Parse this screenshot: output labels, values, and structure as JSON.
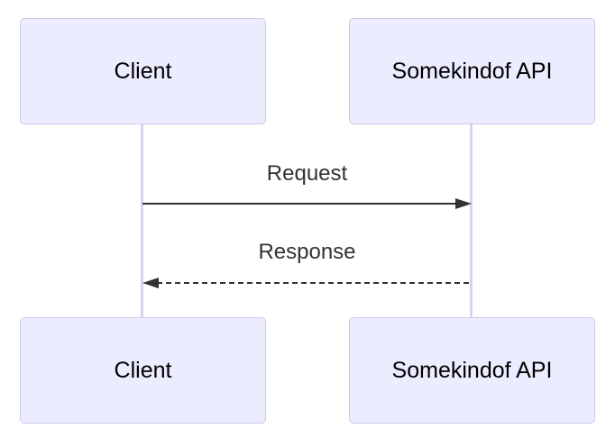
{
  "diagram": {
    "type": "sequence",
    "actors": [
      {
        "id": "client",
        "label": "Client"
      },
      {
        "id": "api",
        "label": "Somekindof API"
      }
    ],
    "messages": [
      {
        "from": "client",
        "to": "api",
        "label": "Request",
        "line_style": "solid",
        "arrowhead": "filled-triangle-right"
      },
      {
        "from": "api",
        "to": "client",
        "label": "Response",
        "line_style": "dashed",
        "arrowhead": "filled-triangle-left"
      }
    ],
    "colors": {
      "background": "#FFFFFF",
      "actor_fill": "#ECECFF",
      "actor_border": "#CFC7EC",
      "actor_text": "#000000",
      "lifeline": "#D8D1F0",
      "message_line": "#333333",
      "message_text": "#333333"
    }
  }
}
